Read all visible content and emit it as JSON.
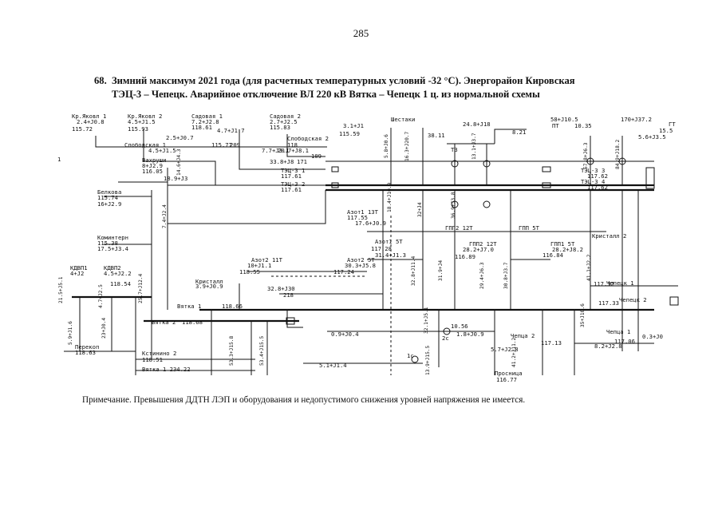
{
  "page_number": "285",
  "title": {
    "number": "68.",
    "line1": "Зимний максимум 2021 года (для расчетных температурных условий -32 °С). Энергорайон Кировская",
    "line2": "ТЭЦ-3 – Чепецк. Аварийное отключение ВЛ 220 кВ Вятка – Чепецк 1 ц. из нормальной схемы"
  },
  "note": "Примечание. Превышения ДДТН ЛЭП и оборудования и недопустимого снижения уровней напряжения не имеется.",
  "diagram": {
    "nodes": [
      {
        "name": "Кр.Яковл 1",
        "flow": "2.4+J0.8",
        "voltage": "115.72"
      },
      {
        "name": "Кр.Яковл 2",
        "flow": "4.5+J1.5",
        "voltage": "115.93"
      },
      {
        "name": "Садовая 1",
        "flow": "7.2+J2.8",
        "voltage": "118.61"
      },
      {
        "name": "Садовая 2",
        "flow": "2.7+J2.5",
        "voltage": "115.83"
      },
      {
        "name": "Шестаки",
        "flow": "3.1+J1",
        "voltage": "115.59"
      },
      {
        "name": "Слободская 1",
        "flow": "4.5+J1.5",
        "voltage": "115.77"
      },
      {
        "name": "Слободская 2",
        "flow": "7.7+J3.1",
        "voltage": "118"
      },
      {
        "name": "Вахруши",
        "flow": "8+J2.9",
        "voltage": "116.05"
      },
      {
        "name": "ТЭЦ-3 1",
        "flow": "",
        "voltage": "117.61"
      },
      {
        "name": "ТЭЦ-3 2",
        "flow": "",
        "voltage": "117.61"
      },
      {
        "name": "Белкова",
        "flow": "16+J2.9",
        "voltage": "115.74"
      },
      {
        "name": "Коминтерн",
        "flow": "17.5+J3.4",
        "voltage": "115.38"
      },
      {
        "name": "Азот1 13Т",
        "flow": "17.6+J0.9",
        "voltage": "117.55"
      },
      {
        "name": "Азот1 5Т",
        "flow": "31.4+J1.3",
        "voltage": "117.28"
      },
      {
        "name": "ГПП2 12Т",
        "flow": "28.2+J7.0",
        "voltage": "116.89"
      },
      {
        "name": "ГПП1 5Т",
        "flow": "28.2+J8.2",
        "voltage": "116.84"
      },
      {
        "name": "ТЭЦ-3 3",
        "flow": "",
        "voltage": "117.62"
      },
      {
        "name": "ТЭЦ-3 4",
        "flow": "",
        "voltage": "117.62"
      },
      {
        "name": "Кристалл 2",
        "flow": "",
        "voltage": ""
      },
      {
        "name": "КДВП1",
        "flow": "4+J2",
        "voltage": ""
      },
      {
        "name": "КДВП2",
        "flow": "4.5+J2.2",
        "voltage": "118.54"
      },
      {
        "name": "Азот2 11Т",
        "flow": "10+J1.1",
        "voltage": "118.55"
      },
      {
        "name": "Азот2 5Т",
        "flow": "30.3+J5.8",
        "voltage": "117.24"
      },
      {
        "name": "Кристалл",
        "flow": "3.9+J0.9",
        "voltage": ""
      },
      {
        "name": "Вятка 1",
        "flow": "",
        "voltage": "118.66"
      },
      {
        "name": "Вятка 2",
        "flow": "",
        "voltage": "118.68"
      },
      {
        "name": "Перекоп",
        "flow": "",
        "voltage": "118.63"
      },
      {
        "name": "Кстинино 2",
        "flow": "",
        "voltage": "118.51"
      },
      {
        "name": "Вятка 1 234.22",
        "flow": "",
        "voltage": ""
      },
      {
        "name": "Чепца 2",
        "flow": "5.7+J2.8",
        "voltage": "117.13"
      },
      {
        "name": "Чепца 1",
        "flow": "8.2+J2.8",
        "voltage": "117.06"
      },
      {
        "name": "Чепецк 1",
        "flow": "",
        "voltage": "117.32"
      },
      {
        "name": "Чепецк 2",
        "flow": "",
        "voltage": "117.33"
      },
      {
        "name": "Просница",
        "flow": "",
        "voltage": "116.77"
      },
      {
        "name": "ПТ",
        "flow": "58+J10.5",
        "voltage": "10.35"
      },
      {
        "name": "ГТ",
        "flow": "170+J37.2",
        "voltage": "15.5"
      },
      {
        "name": "ГПП2 12Т",
        "flow": "",
        "voltage": ""
      },
      {
        "name": "ГПП 5Т",
        "flow": "",
        "voltage": ""
      }
    ],
    "line_flows": [
      "2.5+J0.7",
      "4.7+J1.7",
      "20.7+J8.1",
      "33.8+J8",
      "18.9+J3",
      "32.8+J30",
      "0.9+J0.4",
      "1.8+J0.9",
      "5.1+J1.4",
      "24.8+J18",
      "0.3+J0",
      "5.6+J3.5",
      "8.21",
      "38.11",
      "10.56"
    ],
    "vertical_flows": [
      "14.6+J4.3",
      "5.8+J0.6",
      "16.3+J20.7",
      "13.1+J3.7",
      "57.8+J6.3",
      "84.9+J18.2",
      "18.4+J10.9",
      "32+J4",
      "36.9+J3.8",
      "7.4+J2.4",
      "25.7+J12.4",
      "4.7+J2.5",
      "32.8+J11.4",
      "31.9+J4",
      "29.4+J6.3",
      "30.8+J3.7",
      "41.1+J2.2",
      "53.3+J15.8",
      "53.4+J15.5",
      "35+J10.6",
      "21.5+J5.1",
      "5.9+J1.6",
      "23+J0.4",
      "32.1+J5.1",
      "41.2+J11.2",
      "13.9+J15.5"
    ],
    "misc_labels": [
      "T3",
      "1c",
      "2c",
      "209",
      "109",
      "171",
      "218",
      "1"
    ]
  }
}
